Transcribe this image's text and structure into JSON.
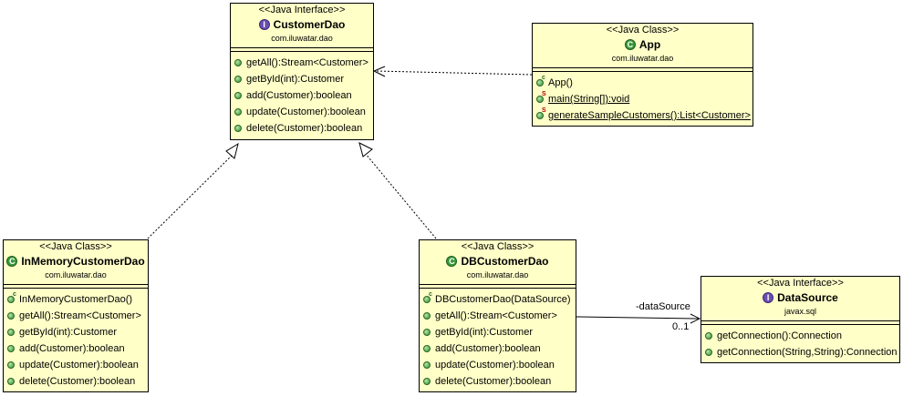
{
  "classes": {
    "customer_dao": {
      "stereotype": "<<Java Interface>>",
      "name": "CustomerDao",
      "package": "com.iluwatar.dao",
      "icon": "interface-icon",
      "operations": [
        "getAll():Stream<Customer>",
        "getById(int):Customer",
        "add(Customer):boolean",
        "update(Customer):boolean",
        "delete(Customer):boolean"
      ]
    },
    "app": {
      "stereotype": "<<Java Class>>",
      "name": "App",
      "package": "com.iluwatar.dao",
      "icon": "class-icon",
      "operations": [
        "App()",
        "main(String[]):void",
        "generateSampleCustomers():List<Customer>"
      ]
    },
    "in_memory": {
      "stereotype": "<<Java Class>>",
      "name": "InMemoryCustomerDao",
      "package": "com.iluwatar.dao",
      "icon": "class-icon",
      "operations": [
        "InMemoryCustomerDao()",
        "getAll():Stream<Customer>",
        "getById(int):Customer",
        "add(Customer):boolean",
        "update(Customer):boolean",
        "delete(Customer):boolean"
      ]
    },
    "db": {
      "stereotype": "<<Java Class>>",
      "name": "DBCustomerDao",
      "package": "com.iluwatar.dao",
      "icon": "class-icon",
      "operations": [
        "DBCustomerDao(DataSource)",
        "getAll():Stream<Customer>",
        "getById(int):Customer",
        "add(Customer):boolean",
        "update(Customer):boolean",
        "delete(Customer):boolean"
      ]
    },
    "datasource": {
      "stereotype": "<<Java Interface>>",
      "name": "DataSource",
      "package": "javax.sql",
      "icon": "interface-icon",
      "operations": [
        "getConnection():Connection",
        "getConnection(String,String):Connection"
      ]
    }
  },
  "association": {
    "role": "-dataSource",
    "multiplicity": "0..1"
  },
  "colors": {
    "class_fill": "#ffffc8",
    "interface_badge": "#6a4fb0",
    "class_badge": "#3a9a3a",
    "static_marker": "#b00000"
  }
}
